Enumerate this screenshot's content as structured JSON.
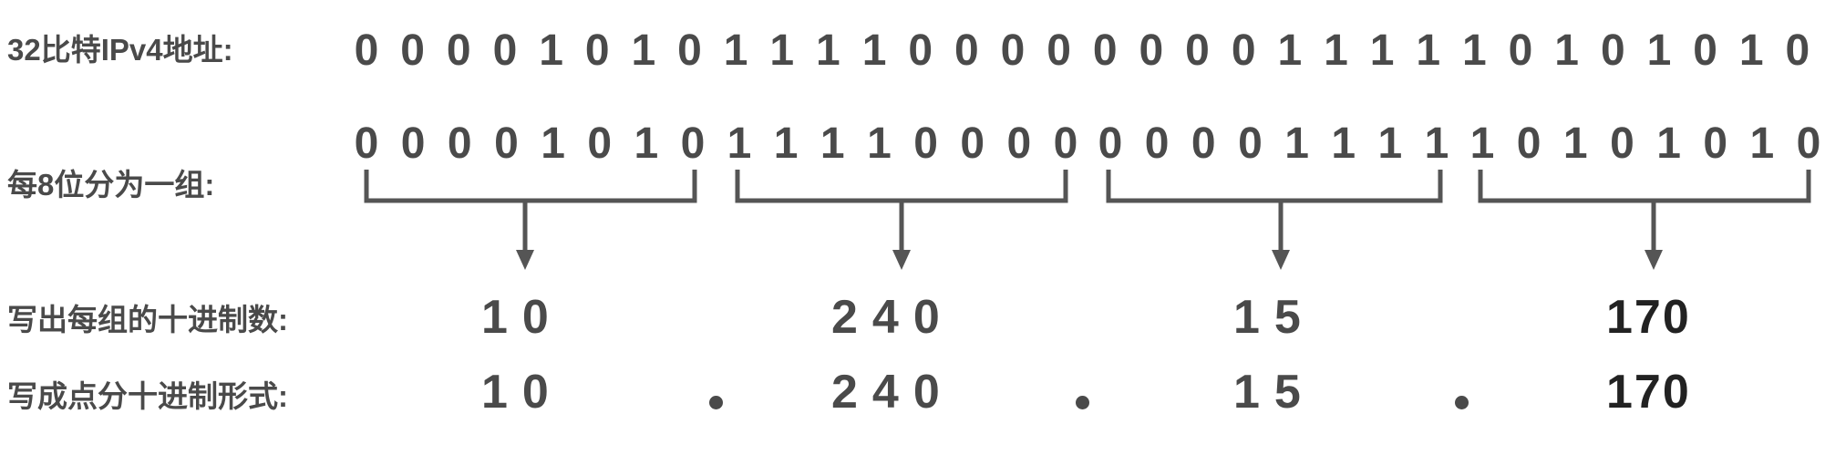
{
  "labels": {
    "bits32": "32比特IPv4地址:",
    "group8": "每8位分为一组:",
    "decimal": "写出每组的十进制数:",
    "dotted": "写成点分十进制形式:"
  },
  "bits": [
    "0",
    "0",
    "0",
    "0",
    "1",
    "0",
    "1",
    "0",
    "1",
    "1",
    "1",
    "1",
    "0",
    "0",
    "0",
    "0",
    "0",
    "0",
    "0",
    "0",
    "1",
    "1",
    "1",
    "1",
    "1",
    "0",
    "1",
    "0",
    "1",
    "0",
    "1",
    "0"
  ],
  "groups": [
    {
      "bits": [
        "0",
        "0",
        "0",
        "0",
        "1",
        "0",
        "1",
        "0"
      ],
      "decimal": "10"
    },
    {
      "bits": [
        "1",
        "1",
        "1",
        "1",
        "0",
        "0",
        "0",
        "0"
      ],
      "decimal": "240"
    },
    {
      "bits": [
        "0",
        "0",
        "0",
        "0",
        "1",
        "1",
        "1",
        "1"
      ],
      "decimal": "15"
    },
    {
      "bits": [
        "1",
        "0",
        "1",
        "0",
        "1",
        "0",
        "1",
        "0"
      ],
      "decimal": "170"
    }
  ],
  "dotted": [
    "10",
    "240",
    "15",
    "170"
  ],
  "colors": {
    "text": "#4a4a4a",
    "dark": "#222222",
    "bracket": "#555555"
  }
}
